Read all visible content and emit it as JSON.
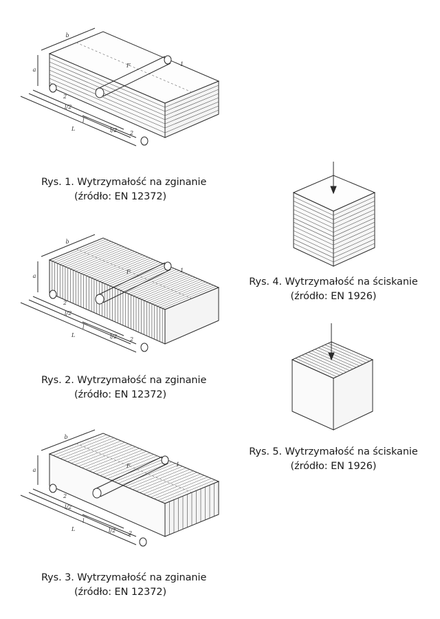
{
  "figures": {
    "rys1": {
      "line1": "Rys. 1. Wytrzymałość na zginanie",
      "line2": "(źródło: EN 12372)",
      "labels": {
        "b": "b",
        "a": "a",
        "one": "1",
        "two_left": "2",
        "two_right": "2",
        "l1": "l/2",
        "l2": "l/2",
        "L": "L",
        "ell": "l",
        "F": "F"
      }
    },
    "rys2": {
      "line1": "Rys. 2. Wytrzymałość na zginanie",
      "line2": "(źródło: EN 12372)",
      "labels": {
        "b": "b",
        "a": "a",
        "one": "1",
        "two_left": "2",
        "two_right": "2",
        "l1": "l/2",
        "l2": "l/2",
        "L": "L",
        "ell": "l",
        "F": "F"
      }
    },
    "rys3": {
      "line1": "Rys. 3. Wytrzymałość na zginanie",
      "line2": "(źródło: EN 12372)",
      "labels": {
        "b": "b",
        "a": "a",
        "one": "1",
        "two_left": "2",
        "two_right": "2",
        "l1": "l/2",
        "l2": "l/2",
        "L": "L",
        "ell": "l",
        "F": "F"
      }
    },
    "rys4": {
      "line1": "Rys. 4. Wytrzymałość na ściskanie",
      "line2": "(źródło: EN 1926)"
    },
    "rys5": {
      "line1": "Rys. 5. Wytrzymałość na ściskanie",
      "line2": "(źródło: EN 1926)"
    }
  },
  "colors": {
    "line": "#2a2a2a",
    "hatch": "#444444"
  }
}
